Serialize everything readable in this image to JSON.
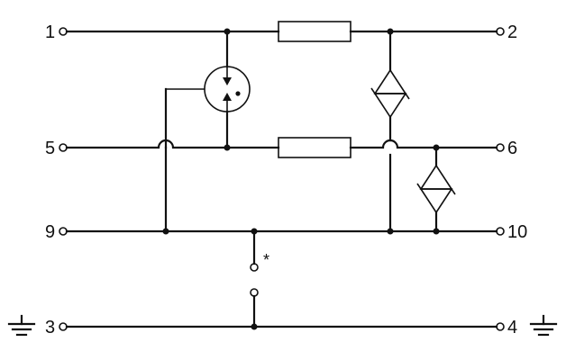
{
  "diagram": {
    "terminals": {
      "t1": "1",
      "t2": "2",
      "t5": "5",
      "t6": "6",
      "t9": "9",
      "t10": "10",
      "t3": "3",
      "t4": "4"
    },
    "note_marker": "*"
  },
  "colors": {
    "ink": "#111111",
    "background": "#ffffff"
  },
  "icons": {
    "ground": "ground-icon",
    "gas_arrester": "gas-discharge-tube-icon",
    "resistor": "resistor-icon",
    "tvs_diode": "bidirectional-tvs-diode-icon"
  }
}
